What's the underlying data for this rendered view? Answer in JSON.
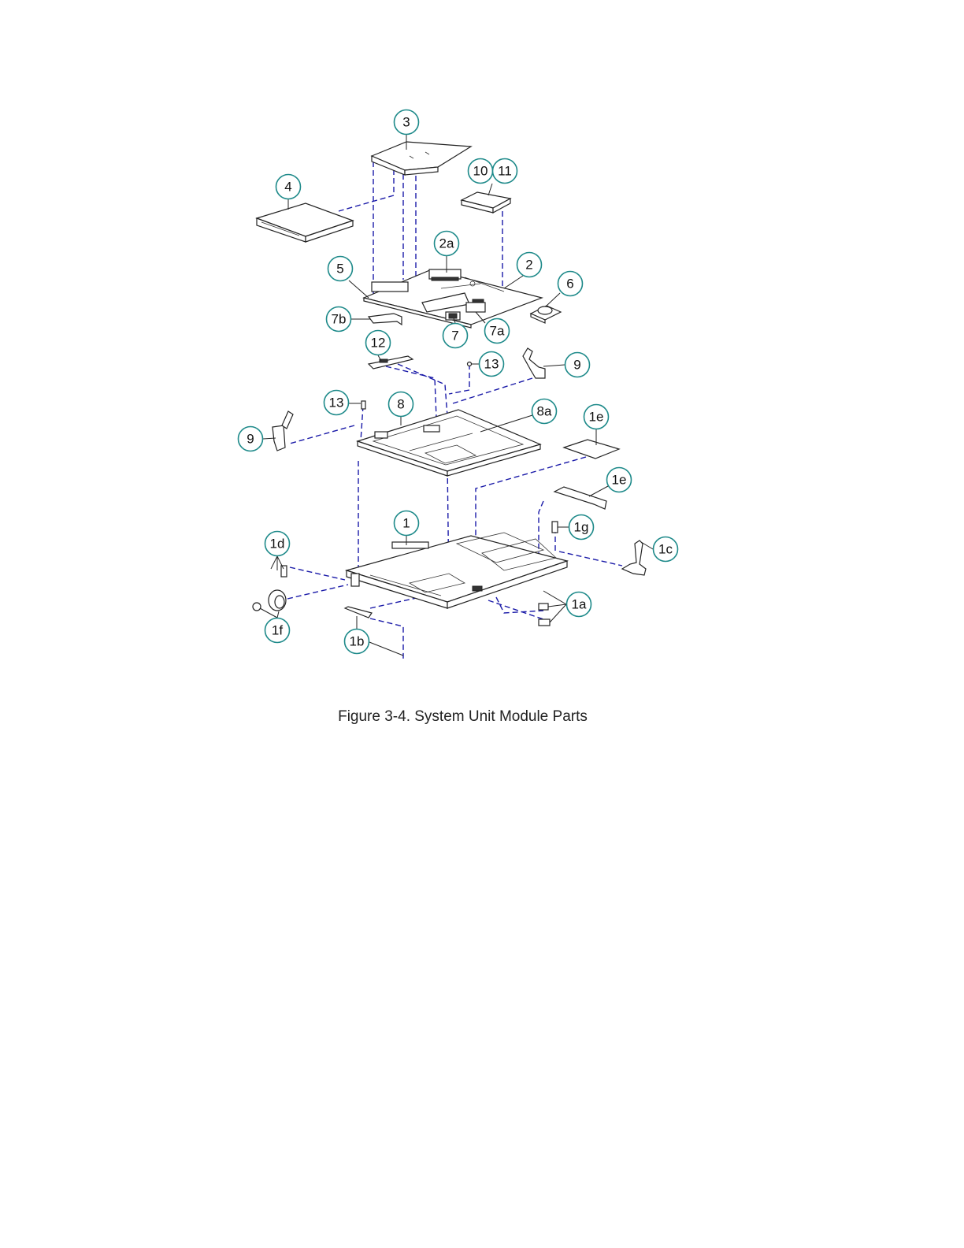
{
  "figure": {
    "caption": "Figure 3-4. System Unit Module Parts"
  },
  "callouts": {
    "c3": "3",
    "c4": "4",
    "c10": "10",
    "c11": "11",
    "c2a": "2a",
    "c2": "2",
    "c5": "5",
    "c6": "6",
    "c7b": "7b",
    "c7": "7",
    "c7a": "7a",
    "c12": "12",
    "c13_top": "13",
    "c9_right": "9",
    "c13_left": "13",
    "c8": "8",
    "c8a": "8a",
    "c1e_top": "1e",
    "c9_left": "9",
    "c1e_mid": "1e",
    "c1": "1",
    "c1g": "1g",
    "c1d": "1d",
    "c1c": "1c",
    "c1a": "1a",
    "c1f": "1f",
    "c1b": "1b"
  },
  "colors": {
    "callout_ring": "#1e8a8a",
    "leader_dash": "#1a1aa8"
  }
}
